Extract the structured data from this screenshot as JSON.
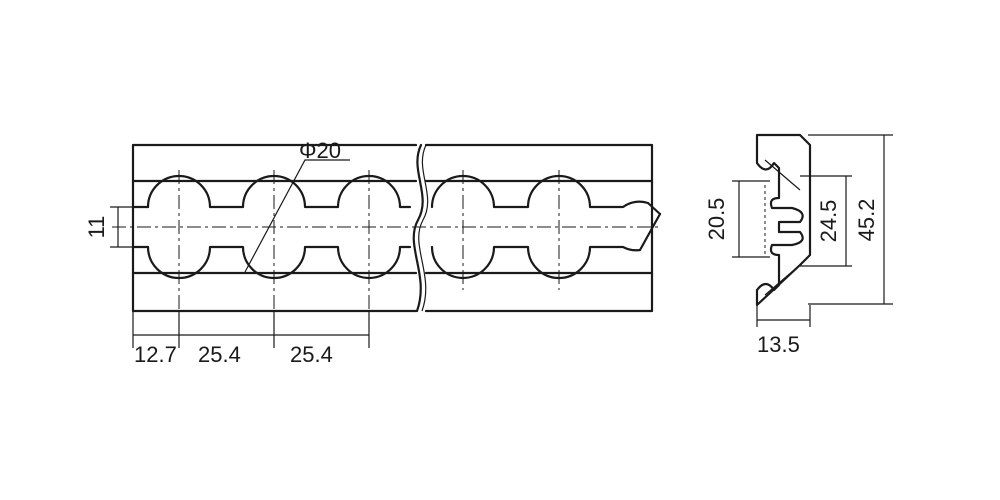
{
  "rail_top_view": {
    "hole_diameter_label": "Φ20",
    "slot_width_label": "11",
    "edge_to_first_hole_label": "12.7",
    "hole_pitch_label_1": "25.4",
    "hole_pitch_label_2": "25.4"
  },
  "rail_section_view": {
    "inner_height_label": "20.5",
    "mid_height_label": "24.5",
    "total_height_label": "45.2",
    "depth_label": "13.5"
  }
}
